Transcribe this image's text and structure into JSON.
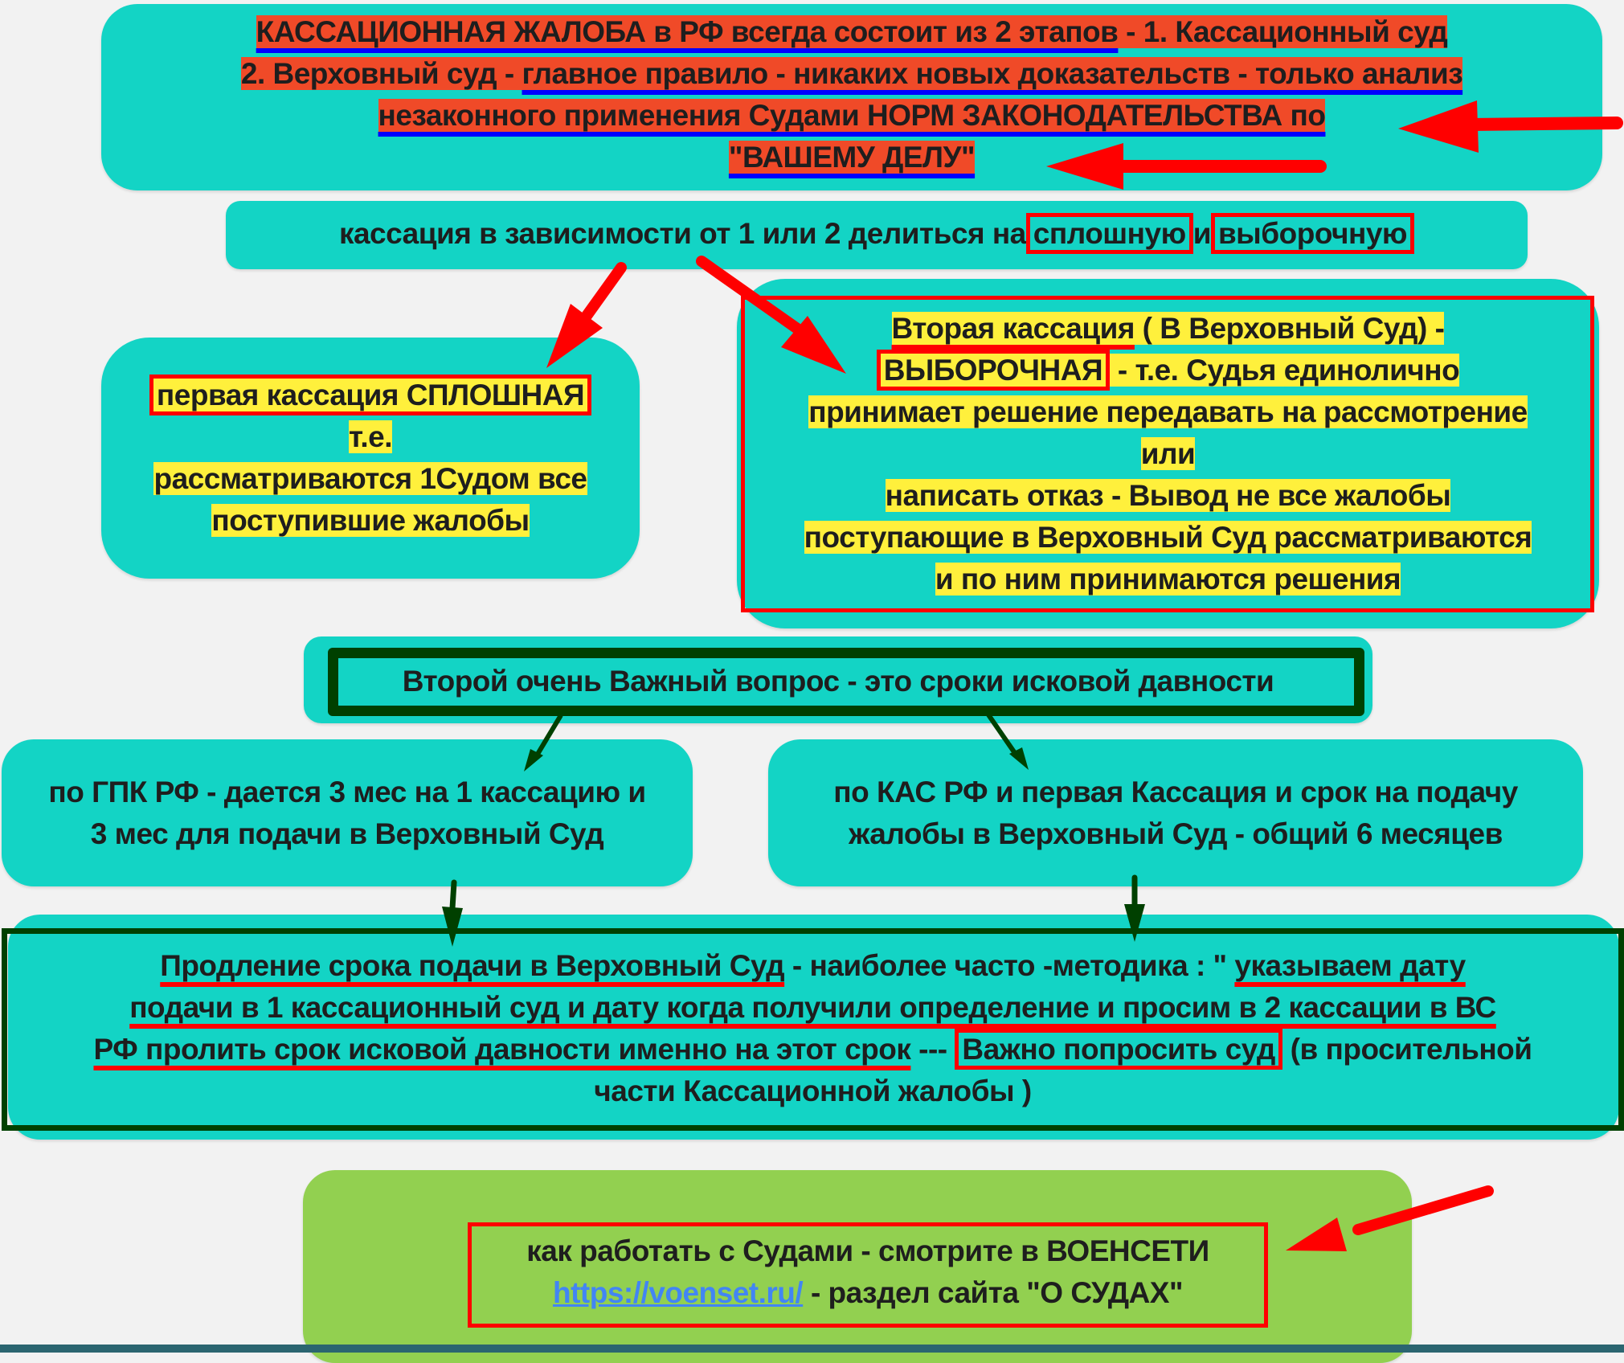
{
  "top_box": {
    "line1_underlined": "КАССАЦИОННАЯ ЖАЛОБА в РФ всегда состоит из 2 этапов",
    "line1_rest": " - 1. Кассационный суд",
    "line2_start": "2. Верховный суд  - ",
    "line2_underlined": "главное правило - никаких новых доказательств - только анализ",
    "line3": "незаконного применения Судами НОРМ ЗАКОНОДАТЕЛЬСТВА по",
    "line4": "\"ВАШЕМУ ДЕЛУ\""
  },
  "split_box": {
    "text_start": "кассация в зависимости от 1 или 2 делиться на",
    "option1": "сплошную",
    "connector": "и",
    "option2": "выборочную"
  },
  "left_box": {
    "title": "первая кассация СПЛОШНАЯ",
    "line2": "т.е.",
    "line3": "рассматриваются 1Судом все",
    "line4": "поступившие жалобы"
  },
  "right_box": {
    "title_underlined": "Вторая кассация",
    "title_rest": " ( В Верховный Суд) -",
    "framed_word": "ВЫБОРОЧНАЯ",
    "line2_rest": " - т.е. Судья единолично",
    "line3": "принимает решение передавать на рассмотрение",
    "line4": "или",
    "line5": "написать отказ - Вывод не все жалобы",
    "line6": "поступающие в Верховный Суд рассматриваются",
    "line7": "и по ним принимаются решения"
  },
  "question_box": {
    "text": "Второй очень Важный вопрос - это сроки исковой давности"
  },
  "gpk_box": {
    "line1": "по ГПК РФ - дается 3 мес на 1 кассацию и",
    "line2": "3 мес для подачи в Верховный Суд"
  },
  "kas_box": {
    "line1": "по КАС РФ и первая Кассация и срок на подачу",
    "line2": "жалобы в Верховный Суд - общий 6 месяцев"
  },
  "extension_box": {
    "line1_underlined": "Продление срока подачи в Верховный Суд",
    "line1_mid": " - наиболее часто -методика : \" ",
    "line1_underlined2": "указываем дату",
    "line2_underlined": "подачи в 1 кассационный суд и дату когда получили определение и просим в 2 кассации в ВС",
    "line3_underlined": "РФ пролить срок исковой давности именно на этот срок",
    "line3_dashes": " --- ",
    "line3_framed": "Важно попросить суд",
    "line3_rest": " (в просительной",
    "line4": "части Кассационной жалобы )"
  },
  "footer_box": {
    "line1": "как работать с Судами - смотрите в ВОЕНСЕТИ",
    "link": "https://voenset.ru/",
    "line2_rest": " - раздел сайта \"О СУДАХ\""
  },
  "colors": {
    "background": "#f2f2f2",
    "box_teal": "#13d4c5",
    "box_green": "#92d050",
    "highlight_red": "#f04a28",
    "highlight_yellow": "#fff03c",
    "frame_red": "#ff0000",
    "frame_dark_green": "#004000",
    "underline_blue": "#0000ff",
    "link_blue": "#4285f4",
    "bottom_bar": "#2b6570"
  }
}
